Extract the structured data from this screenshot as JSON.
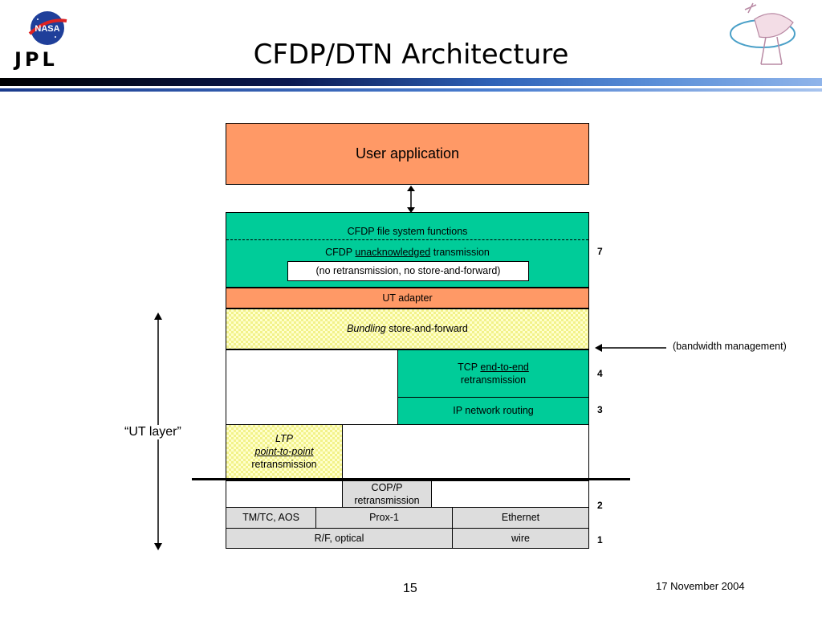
{
  "slide": {
    "title": "CFDP/DTN Architecture",
    "page_number": "15",
    "date": "17 November 2004",
    "logo_text": "JPL",
    "nasa_text": "NASA"
  },
  "stack": {
    "user_application": "User application",
    "cfdp_fs_functions": "CFDP file system functions",
    "cfdp_trans_pre": "CFDP",
    "cfdp_trans_em": "unacknowledged",
    "cfdp_trans_post": "transmission",
    "no_retrans_note": "(no retransmission, no store-and-forward)",
    "ut_adapter": "UT adapter",
    "bundling_em": "Bundling",
    "bundling_post": "store-and-forward",
    "tcp_pre": "TCP",
    "tcp_em": "end-to-end",
    "tcp_post": "retransmission",
    "ip_routing": "IP network routing",
    "ltp_name": "LTP",
    "ltp_em": "point-to-point",
    "ltp_post": "retransmission",
    "cop_p": "COP/P",
    "cop_p_post": "retransmission",
    "tmtc": "TM/TC, AOS",
    "prox1": "Prox-1",
    "ethernet": "Ethernet",
    "rf_optical": "R/F, optical",
    "wire": "wire"
  },
  "layers": {
    "l7": "7",
    "l4": "4",
    "l3": "3",
    "l2": "2",
    "l1": "1"
  },
  "annotations": {
    "bandwidth": "(bandwidth management)",
    "ut_layer": "“UT layer”"
  },
  "colors": {
    "orange": "#ff9966",
    "green": "#00cc99",
    "grey": "#dddddd",
    "hatch": "#ffffcc"
  }
}
